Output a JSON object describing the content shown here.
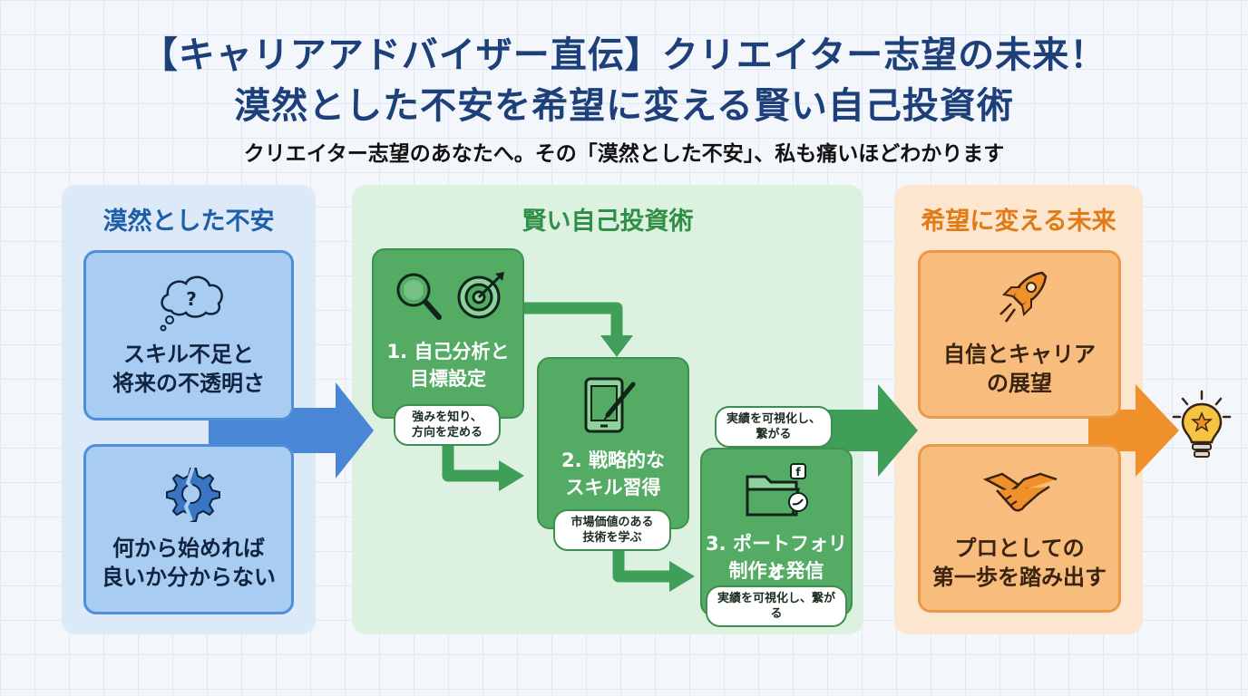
{
  "title": {
    "line1": "【キャリアアドバイザー直伝】クリエイター志望の未来！",
    "line2": "漠然とした不安を希望に変える賢い自己投資術",
    "subtitle": "クリエイター志望のあなたへ。その「漠然とした不安」、私も痛いほどわかります"
  },
  "left": {
    "heading": "漠然とした不安",
    "card1": {
      "line1": "スキル不足と",
      "line2": "将来の不透明さ",
      "icon": "thought-cloud-question-icon"
    },
    "card2": {
      "line1": "何から始めれば",
      "line2": "良いか分からない",
      "icon": "broken-gear-icon"
    }
  },
  "middle": {
    "heading": "賢い自己投資術",
    "step1": {
      "line1": "1. 自己分析と",
      "line2": "目標設定",
      "note1": "強みを知り、",
      "note2": "方向を定める",
      "icons": [
        "magnifier-icon",
        "target-icon"
      ]
    },
    "step2": {
      "line1": "2. 戦略的な",
      "line2": "スキル習得",
      "note1": "市場価値のある",
      "note2": "技術を学ぶ",
      "icon": "tablet-pen-icon"
    },
    "step3": {
      "line1": "3. ポートフォリオ",
      "line2": "制作と発信",
      "note": "実績を可視化し、繋がる",
      "icon": "folder-social-icon"
    },
    "float_note": {
      "line1": "実績を可視化し、",
      "line2": "繋がる"
    }
  },
  "right": {
    "heading": "希望に変える未来",
    "card1": {
      "line1": "自信とキャリア",
      "line2": "の展望",
      "icon": "rocket-icon"
    },
    "card2": {
      "line1": "プロとしての",
      "line2": "第一歩を踏み出す",
      "icon": "handshake-icon"
    }
  },
  "end_icon": "lightbulb-star-icon",
  "colors": {
    "blue": "#4a86d6",
    "green": "#3f9e58",
    "orange": "#f0902a",
    "title": "#1d3f7a"
  }
}
